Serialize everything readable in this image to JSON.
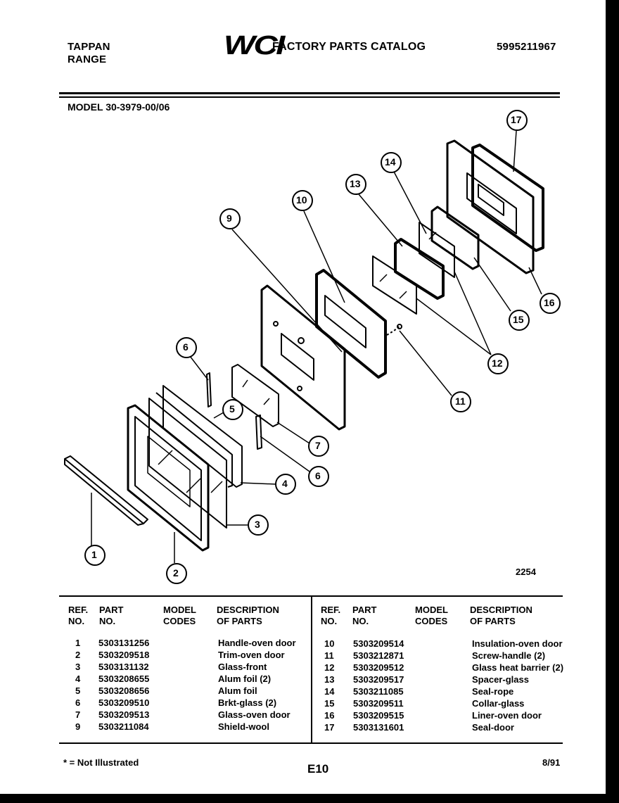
{
  "header": {
    "brand_line1": "TAPPAN",
    "brand_line2": "RANGE",
    "logo": "WCI",
    "catalog_title": "FACTORY PARTS CATALOG",
    "catalog_number": "5995211967",
    "model": "MODEL 30-3979-00/06"
  },
  "diagram": {
    "figure_number": "2254",
    "callouts": [
      "1",
      "2",
      "3",
      "4",
      "5",
      "6",
      "6",
      "7",
      "9",
      "10",
      "11",
      "12",
      "13",
      "14",
      "15",
      "16",
      "17"
    ]
  },
  "table": {
    "headers": {
      "ref_no": [
        "REF.",
        "NO."
      ],
      "part_no": [
        "PART",
        "NO."
      ],
      "model_codes": [
        "MODEL",
        "CODES"
      ],
      "description": [
        "DESCRIPTION",
        "OF PARTS"
      ]
    },
    "left_rows": [
      {
        "ref": "1",
        "part": "5303131256",
        "codes": "",
        "desc": "Handle-oven door"
      },
      {
        "ref": "2",
        "part": "5303209518",
        "codes": "",
        "desc": "Trim-oven door"
      },
      {
        "ref": "3",
        "part": "5303131132",
        "codes": "",
        "desc": "Glass-front"
      },
      {
        "ref": "4",
        "part": "5303208655",
        "codes": "",
        "desc": "Alum foil (2)"
      },
      {
        "ref": "5",
        "part": "5303208656",
        "codes": "",
        "desc": "Alum foil"
      },
      {
        "ref": "6",
        "part": "5303209510",
        "codes": "",
        "desc": "Brkt-glass (2)"
      },
      {
        "ref": "7",
        "part": "5303209513",
        "codes": "",
        "desc": "Glass-oven door"
      },
      {
        "ref": "9",
        "part": "5303211084",
        "codes": "",
        "desc": "Shield-wool"
      }
    ],
    "right_rows": [
      {
        "ref": "10",
        "part": "5303209514",
        "codes": "",
        "desc": "Insulation-oven door"
      },
      {
        "ref": "11",
        "part": "5303212871",
        "codes": "",
        "desc": "Screw-handle (2)"
      },
      {
        "ref": "12",
        "part": "5303209512",
        "codes": "",
        "desc": "Glass heat barrier (2)"
      },
      {
        "ref": "13",
        "part": "5303209517",
        "codes": "",
        "desc": "Spacer-glass"
      },
      {
        "ref": "14",
        "part": "5303211085",
        "codes": "",
        "desc": "Seal-rope"
      },
      {
        "ref": "15",
        "part": "5303209511",
        "codes": "",
        "desc": "Collar-glass"
      },
      {
        "ref": "16",
        "part": "5303209515",
        "codes": "",
        "desc": "Liner-oven door"
      },
      {
        "ref": "17",
        "part": "5303131601",
        "codes": "",
        "desc": "Seal-door"
      }
    ]
  },
  "footer": {
    "note": "* = Not Illustrated",
    "page": "E10",
    "date": "8/91"
  }
}
